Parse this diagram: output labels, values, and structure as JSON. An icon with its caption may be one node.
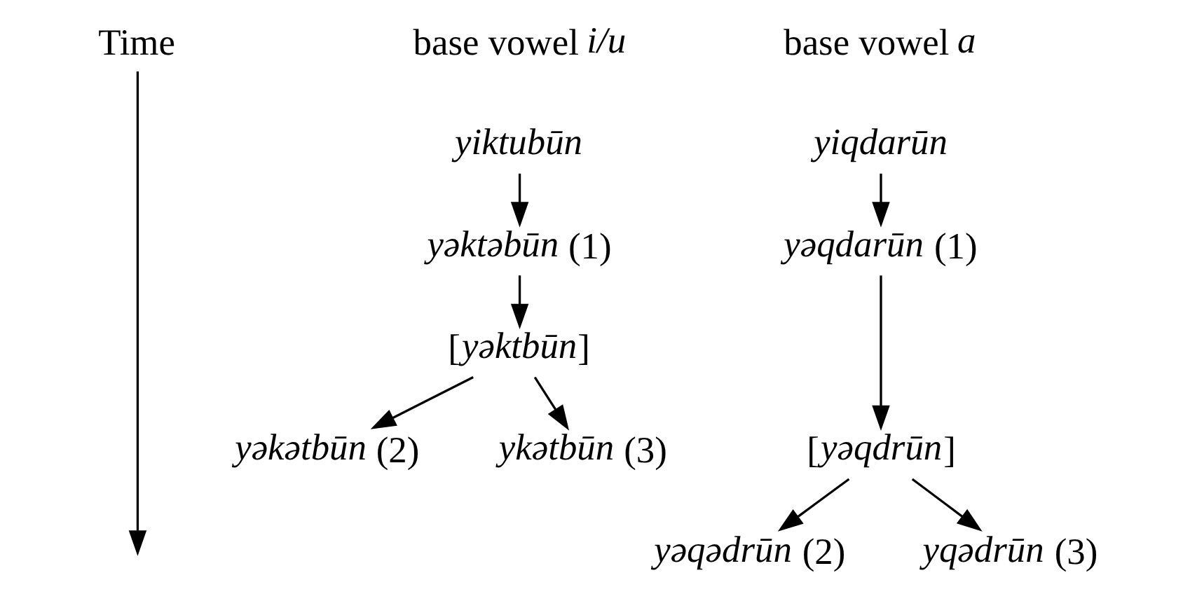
{
  "diagram": {
    "nodes": [
      {
        "text": [
          "Time"
        ]
      },
      {
        "text": [
          "*yiktubūn*"
        ]
      },
      {
        "text": [
          "*yəktəbūn* (1)"
        ]
      },
      {
        "text": [
          "[*yəktbūn*]"
        ]
      },
      {
        "text": [
          "*yəkətbūn* (2)"
        ]
      },
      {
        "text": [
          "*ykətbūn* (3)"
        ]
      },
      {
        "text": [
          "*yiqdarūn*"
        ]
      },
      {
        "text": [
          "*yəqdarūn* (1)"
        ]
      },
      {
        "text": [
          "[*yəqdrūn*]"
        ]
      },
      {
        "text": [
          "*yəqədrūn* (2)"
        ]
      },
      {
        "text": [
          "*yqədrūn* (3)"
        ]
      }
    ],
    "edges": [
      {
        "from": 0,
        "to": null,
        "arrow": "to"
      },
      {
        "from": 1,
        "to": 2,
        "arrow": "to"
      },
      {
        "from": 2,
        "to": 3,
        "arrow": "to"
      },
      {
        "from": 3,
        "to": 4,
        "arrow": "to"
      },
      {
        "from": 3,
        "to": 5,
        "arrow": "to"
      },
      {
        "from": 6,
        "to": 7,
        "arrow": "to"
      },
      {
        "from": 7,
        "to": 8,
        "arrow": "to"
      },
      {
        "from": 8,
        "to": 9,
        "arrow": "to"
      },
      {
        "from": 8,
        "to": 10,
        "arrow": "to"
      }
    ],
    "labels": [
      "base vowel *i/u*",
      "base vowel *a*"
    ]
  }
}
